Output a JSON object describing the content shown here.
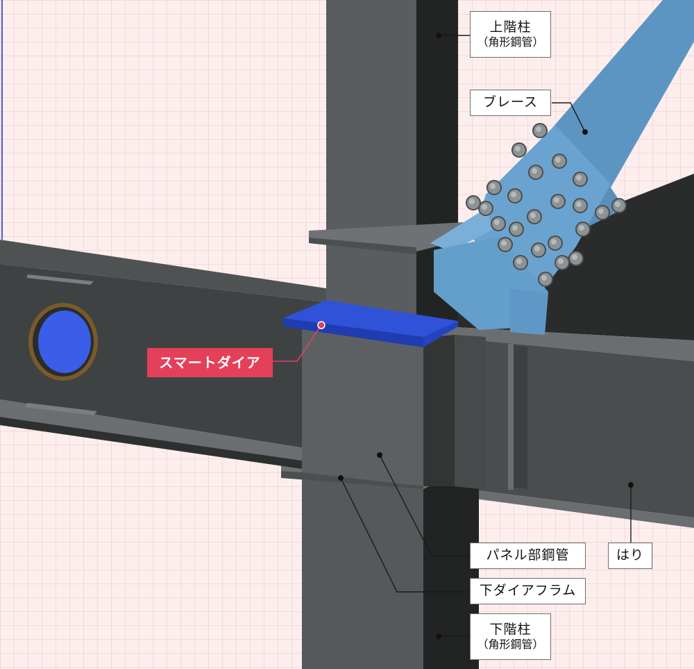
{
  "labels": {
    "upper_column": {
      "title": "上階柱",
      "sub": "（角形鋼管）"
    },
    "brace": {
      "title": "ブレース"
    },
    "smart_diaphragm": {
      "title": "スマートダイア"
    },
    "panel_tube": {
      "title": "パネル部鋼管"
    },
    "beam": {
      "title": "はり"
    },
    "lower_diaphragm": {
      "title": "下ダイアフラム"
    },
    "lower_column": {
      "title": "下階柱",
      "sub": "（角形鋼管）"
    }
  },
  "colors": {
    "background": "#fdeeee",
    "grid": "#e2aaaa",
    "steel_dark": "#2f3131",
    "steel_mid": "#4a4d4e",
    "steel_light": "#5d6062",
    "brace_blue": "#6aa3cf",
    "smart_diaphragm_blue": "#3a5de0",
    "accent": "#e5405a"
  }
}
